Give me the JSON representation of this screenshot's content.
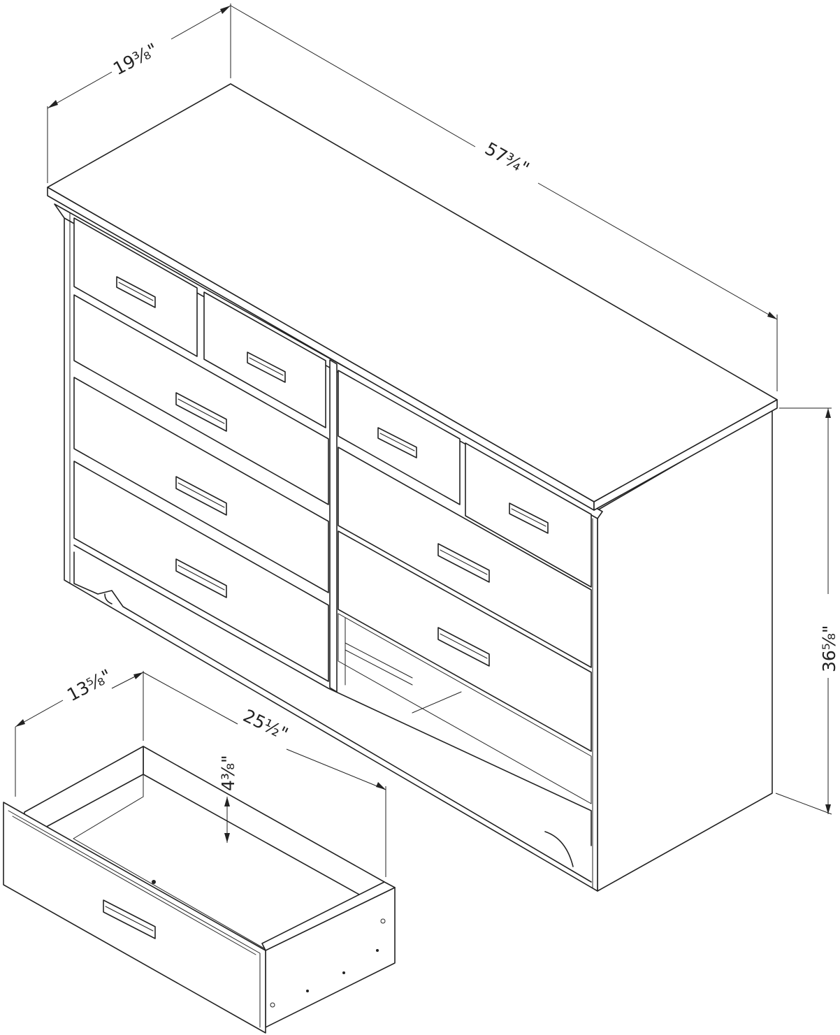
{
  "dimensions": {
    "depth": "19³⁄₈\"",
    "width": "57³⁄₄\"",
    "height": "36⁵⁄₈\"",
    "drawer_depth": "13⁵⁄₈\"",
    "drawer_width": "25¹⁄₂\"",
    "drawer_height": "4³⁄₈\""
  }
}
